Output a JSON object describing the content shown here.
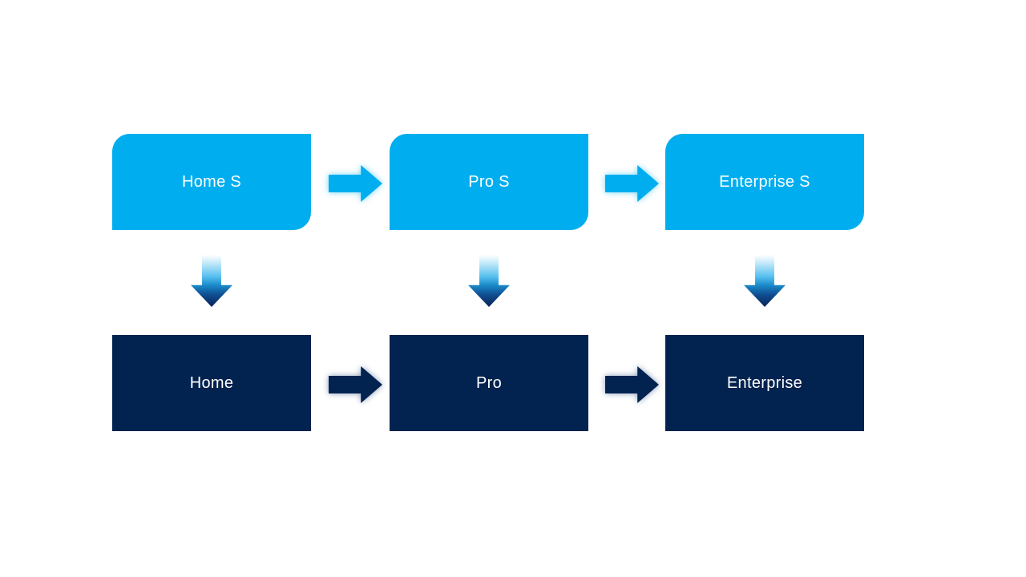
{
  "diagram": {
    "type": "flowchart",
    "columns": [
      {
        "top": "Home S",
        "bottom": "Home"
      },
      {
        "top": "Pro S",
        "bottom": "Pro"
      },
      {
        "top": "Enterprise S",
        "bottom": "Enterprise"
      }
    ],
    "connectors": {
      "top_row": "right-arrow",
      "bottom_row": "right-arrow",
      "between_rows": "down-arrow"
    },
    "colors": {
      "background": "#FFFFFF",
      "top_box_fill": "#00AEEF",
      "bottom_box_fill": "#02224F",
      "label_text": "#FFFFFF",
      "top_arrow_fill": "#00AEEF",
      "top_arrow_glow": "#9FE0F8",
      "bottom_arrow_fill": "#02224F",
      "bottom_arrow_glow": "#AEBDD2",
      "down_arrow_gradient_top": "#FFFFFF",
      "down_arrow_gradient_mid": "#4DB9EC",
      "down_arrow_gradient_bottom": "#0A2254"
    }
  }
}
